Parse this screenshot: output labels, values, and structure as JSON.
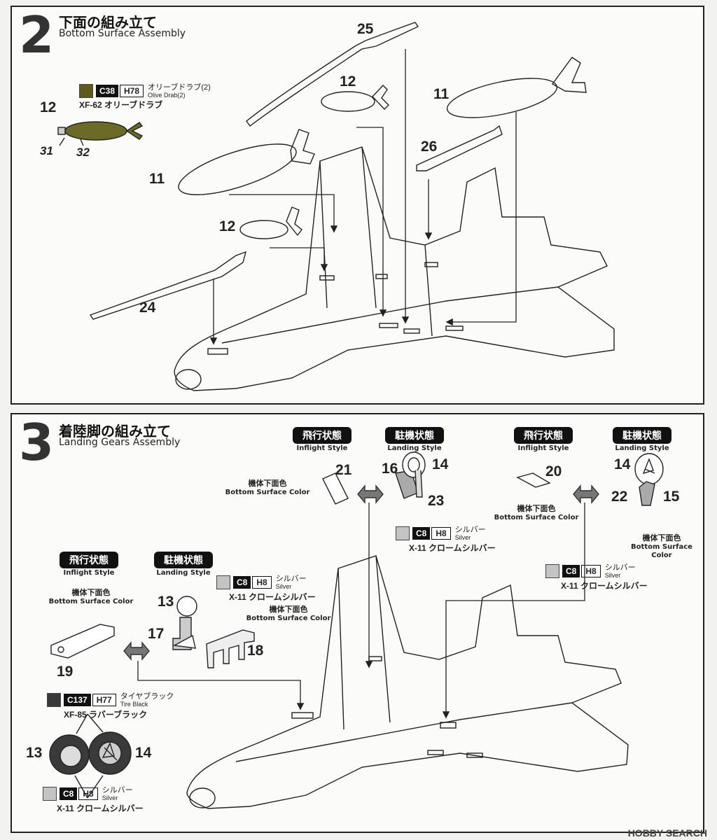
{
  "step2": {
    "number": "2",
    "title_jp": "下面の組み立て",
    "title_en": "Bottom Surface Assembly",
    "color": {
      "swatch": "#5e5a1c",
      "code_c": "C38",
      "code_h": "H78",
      "name_jp": "オリーブドラブ(2)",
      "name_en": "Olive Drab(2)",
      "sub": "XF-62 オリーブドラブ"
    },
    "parts": {
      "p25": "25",
      "p12a": "12",
      "p11a": "11",
      "p26": "26",
      "p12b": "12",
      "p11b": "11",
      "p12c": "12",
      "p24": "24",
      "p31": "31",
      "p32": "32"
    }
  },
  "step3": {
    "number": "3",
    "title_jp": "着陸脚の組み立て",
    "title_en": "Landing Gears Assembly",
    "inflight_jp": "飛行状態",
    "inflight_en": "Inflight Style",
    "landing_jp": "駐機状態",
    "landing_en": "Landing Style",
    "bottom_color_jp": "機体下面色",
    "bottom_color_en": "Bottom Surface Color",
    "bottom_color_en_line1": "Bottom Surface",
    "bottom_color_en_line2": "Color",
    "silver": {
      "swatch": "#c4c4c4",
      "code_c": "C8",
      "code_h": "H8",
      "name_jp": "シルバー",
      "name_en": "Silver",
      "sub": "X-11 クロームシルバー"
    },
    "tire": {
      "swatch": "#3a3a3a",
      "code_c": "C137",
      "code_h": "H77",
      "name_jp": "タイヤブラック",
      "name_en": "Tire Black",
      "sub": "XF-85 ラバーブラック"
    },
    "parts": {
      "p21": "21",
      "p16": "16",
      "p14a": "14",
      "p23": "23",
      "p20": "20",
      "p14b": "14",
      "p22": "22",
      "p15": "15",
      "p13a": "13",
      "p17": "17",
      "p18": "18",
      "p19": "19",
      "p13b": "13",
      "p14c": "14"
    }
  },
  "watermark": "HOBBY SEARCH"
}
